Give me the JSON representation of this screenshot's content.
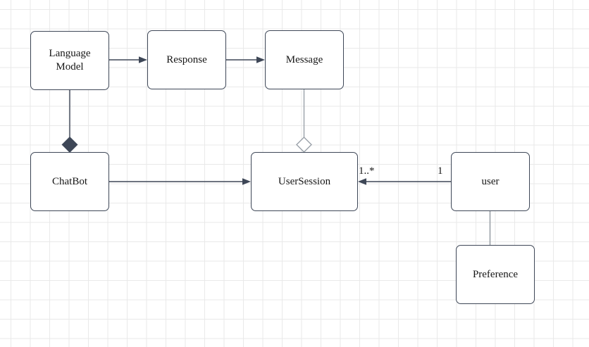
{
  "diagram": {
    "kind": "uml-class-diagram",
    "nodes": {
      "language_model": {
        "label": "Language Model"
      },
      "response": {
        "label": "Response"
      },
      "message": {
        "label": "Message"
      },
      "chatbot": {
        "label": "ChatBot"
      },
      "user_session": {
        "label": "UserSession"
      },
      "user": {
        "label": "user"
      },
      "preference": {
        "label": "Preference"
      }
    },
    "edges": [
      {
        "from": "Language Model",
        "to": "Response",
        "type": "directed-arrow"
      },
      {
        "from": "Response",
        "to": "Message",
        "type": "directed-arrow"
      },
      {
        "from": "Language Model",
        "to": "ChatBot",
        "type": "composition-filled-diamond-at-chatbot"
      },
      {
        "from": "Message",
        "to": "UserSession",
        "type": "aggregation-hollow-diamond-at-usersession"
      },
      {
        "from": "ChatBot",
        "to": "UserSession",
        "type": "directed-arrow"
      },
      {
        "from": "user",
        "to": "UserSession",
        "type": "directed-arrow",
        "label_near_target": "1..*",
        "label_near_source": "1"
      },
      {
        "from": "user",
        "to": "Preference",
        "type": "plain-line"
      }
    ],
    "colors": {
      "node_border": "#3e4757",
      "dark_connector": "#3e4757",
      "light_connector": "#9aa1a8",
      "diamond_fill": "#3e4757",
      "grid_line": "#e9e9e9",
      "background": "#ffffff",
      "text": "#161616"
    }
  }
}
